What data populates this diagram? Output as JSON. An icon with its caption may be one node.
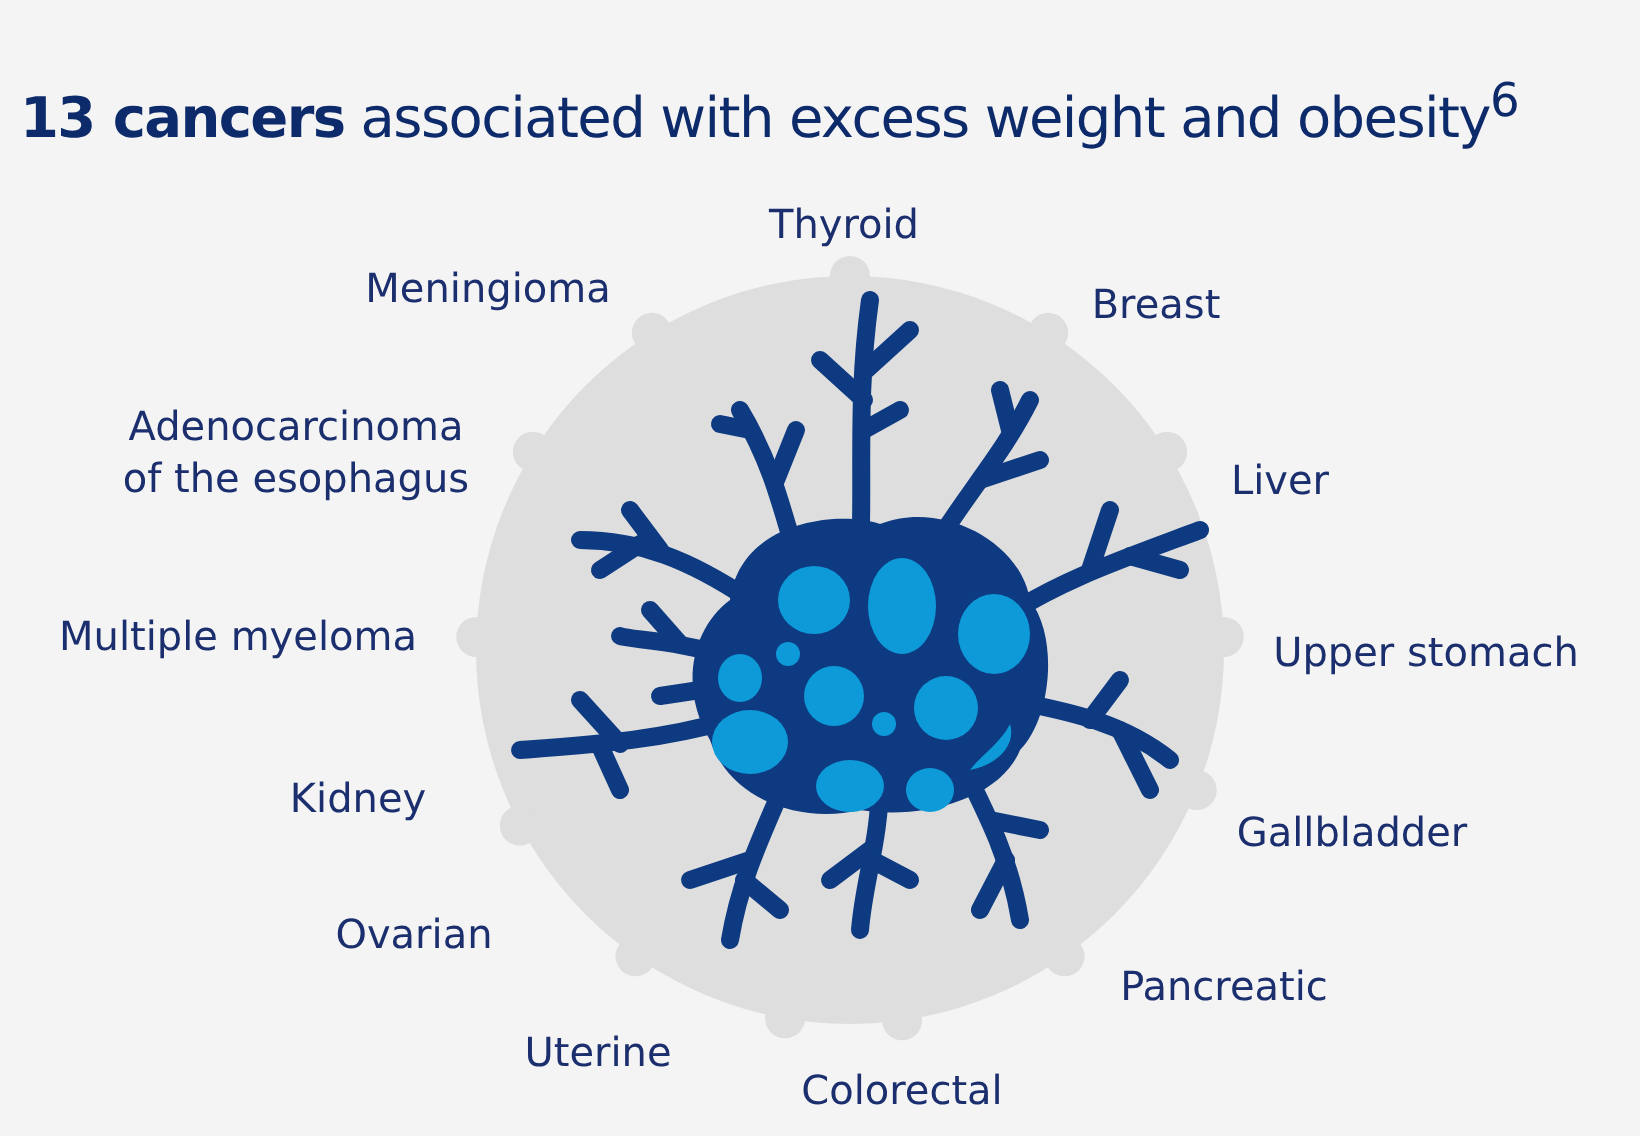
{
  "diagram": {
    "title": "**13 cancers** associated with excess weight and obesity$^{6}$",
    "labels": [
      "Thyroid",
      "Meningioma",
      "Breast",
      "Adenocarcinoma of the esophagus",
      "Liver",
      "Multiple myeloma",
      "Upper stomach",
      "Kidney",
      "Gallbladder",
      "Ovarian",
      "Pancreatic",
      "Uterine",
      "Colorectal"
    ]
  }
}
